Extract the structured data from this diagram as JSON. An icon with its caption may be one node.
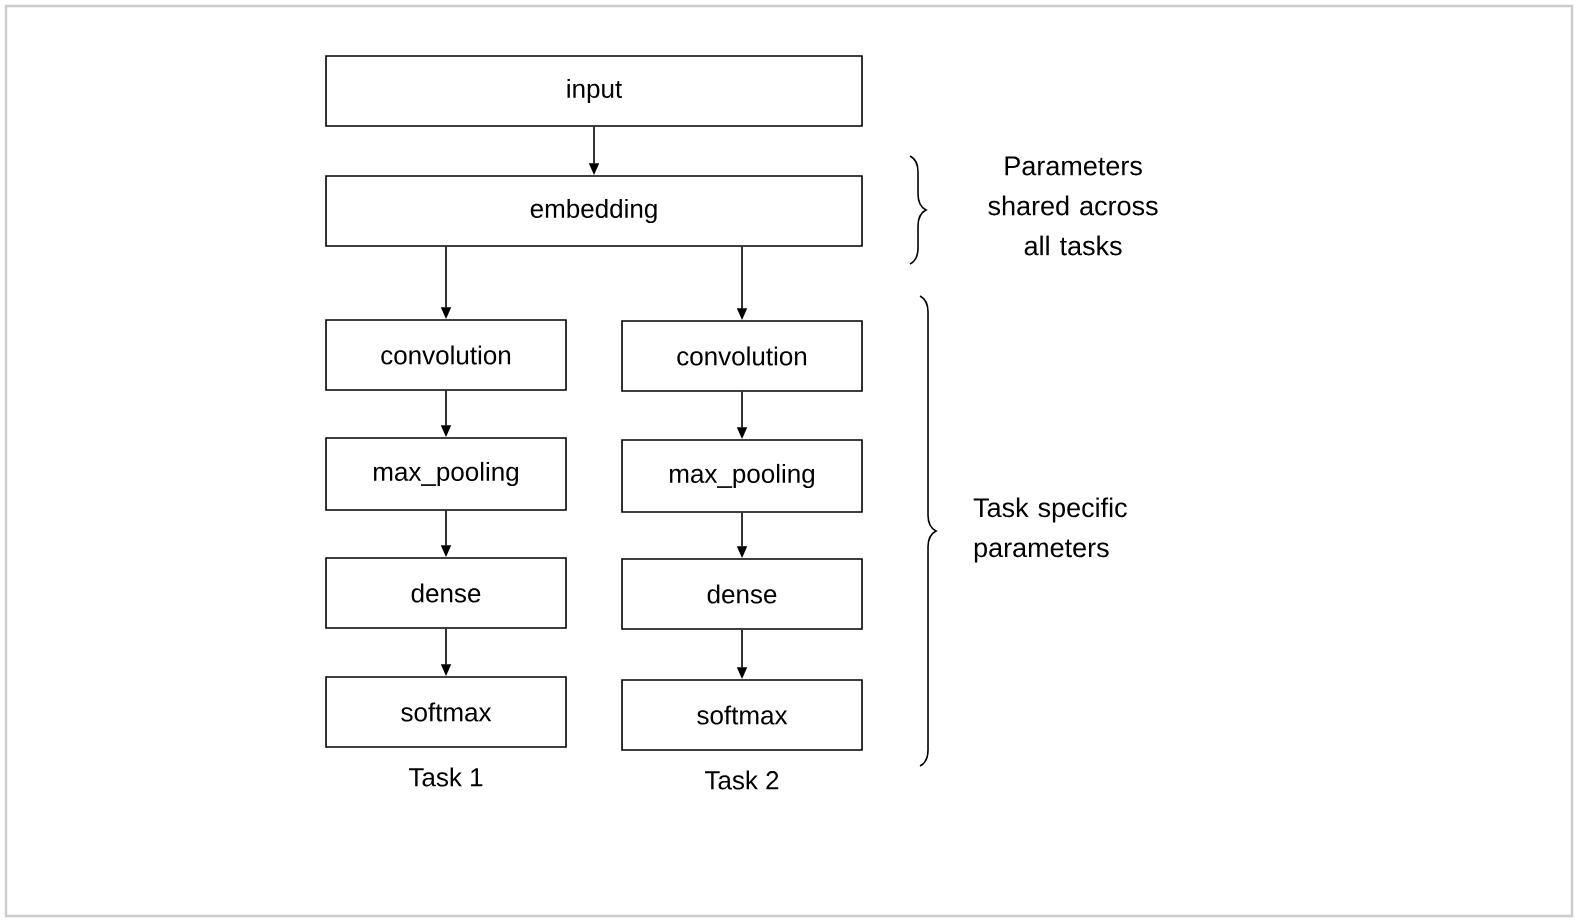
{
  "diagram": {
    "nodes": [
      {
        "text": [
          "input"
        ]
      },
      {
        "text": [
          "embedding"
        ]
      },
      {
        "text": [
          "convolution"
        ]
      },
      {
        "text": [
          "max_pooling"
        ]
      },
      {
        "text": [
          "dense"
        ]
      },
      {
        "text": [
          "softmax"
        ],
        "beside": [
          "Task 1"
        ]
      },
      {
        "text": [
          "convolution"
        ]
      },
      {
        "text": [
          "max_pooling"
        ]
      },
      {
        "text": [
          "dense"
        ]
      },
      {
        "text": [
          "softmax"
        ],
        "beside": [
          "Task 2"
        ]
      }
    ],
    "edges": [
      {
        "from": 0,
        "to": 1,
        "arrow": "to"
      },
      {
        "from": 1,
        "to": 2,
        "arrow": "to"
      },
      {
        "from": 1,
        "to": 6,
        "arrow": "to"
      },
      {
        "from": 2,
        "to": 3,
        "arrow": "to"
      },
      {
        "from": 3,
        "to": 4,
        "arrow": "to"
      },
      {
        "from": 4,
        "to": 5,
        "arrow": "to"
      },
      {
        "from": 6,
        "to": 7,
        "arrow": "to"
      },
      {
        "from": 7,
        "to": 8,
        "arrow": "to"
      },
      {
        "from": 8,
        "to": 9,
        "arrow": "to"
      }
    ],
    "labels": [
      "Parameters shared across all tasks",
      "Task specific parameters"
    ]
  }
}
